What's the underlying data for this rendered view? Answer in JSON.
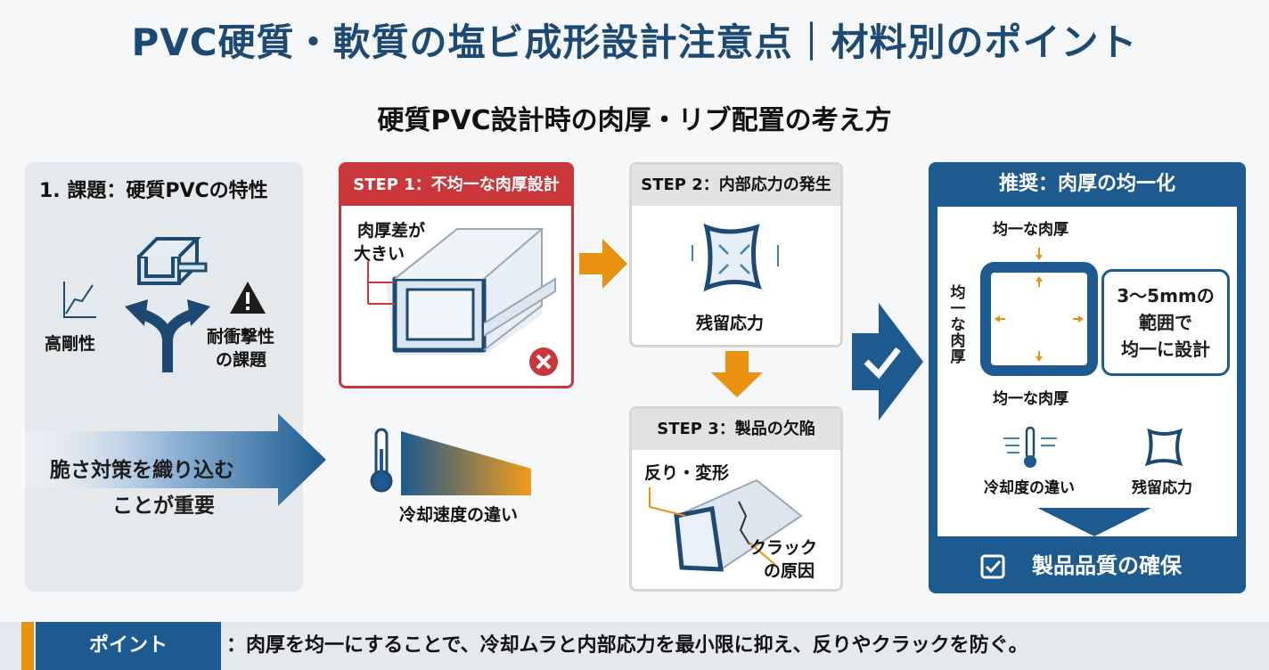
{
  "title": "PVC硬質・軟質の塩ビ成形設計注意点｜材料別のポイント",
  "subtitle": "硬質PVC設計時の肉厚・リブ配置の考え方",
  "left_panel": {
    "heading": "1. 課題：硬質PVCの特性",
    "label_rigidity": "高剛性",
    "label_impact_l1": "耐衝撃性",
    "label_impact_l2": "の課題",
    "arrow_l1": "脆さ対策を織り込む",
    "arrow_l2": "ことが重要"
  },
  "cooling": {
    "label": "冷却速度の違い"
  },
  "step1": {
    "header": "STEP 1：不均一な肉厚設計",
    "note_l1": "肉厚差が",
    "note_l2": "大きい"
  },
  "step2": {
    "header": "STEP 2：内部応力の発生",
    "label": "残留応力"
  },
  "step3": {
    "header": "STEP 3：製品の欠陥",
    "label_warp": "反り・変形",
    "label_crack_l1": "クラック",
    "label_crack_l2": "の原因"
  },
  "recommend": {
    "header": "推奨：肉厚の均一化",
    "top_label": "均一な肉厚",
    "bottom_label": "均一な肉厚",
    "side_label": [
      "均",
      "一",
      "な",
      "肉",
      "厚"
    ],
    "callout_l1": "3〜5mmの",
    "callout_l2": "範囲で",
    "callout_l3": "均一に設計",
    "icon_cooling": "冷却度の違い",
    "icon_stress": "残留応力",
    "footer": "製品品質の確保"
  },
  "footer": {
    "tag": "ポイント",
    "text": "：肉厚を均一にすることで、冷却ムラと内部応力を最小限に抑え、反りやクラックを防ぐ。"
  },
  "colors": {
    "navy": "#1d4a73",
    "blue": "#1d5a8f",
    "red": "#c9373b",
    "orange": "#e8920f"
  }
}
